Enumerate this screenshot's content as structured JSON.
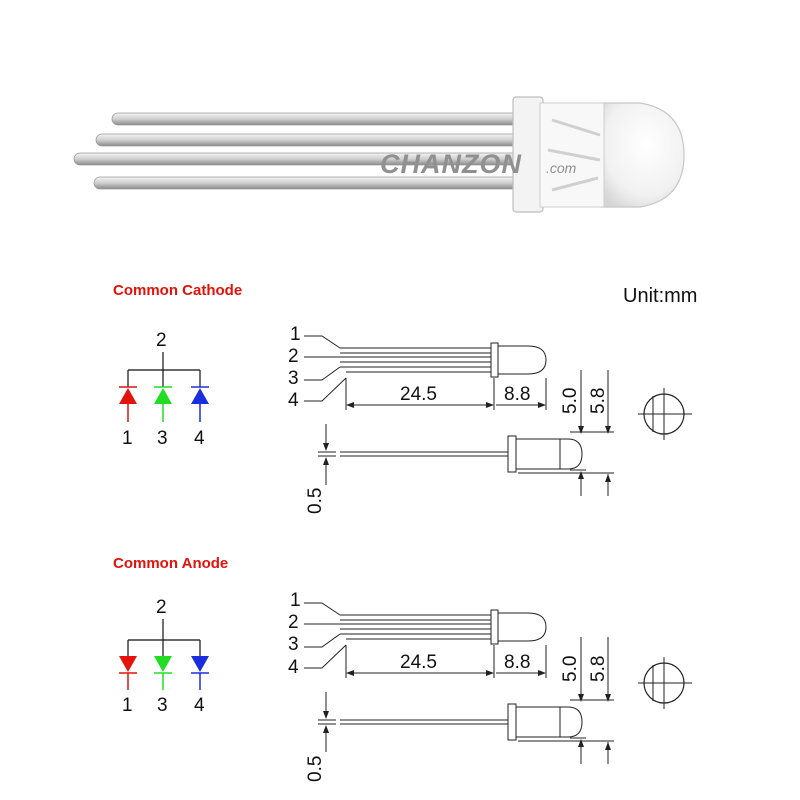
{
  "product_photo": {
    "watermark": "CHANZON",
    "watermark_suffix": ".com"
  },
  "unit_label": "Unit:mm",
  "sections": [
    {
      "title": "Common Cathode",
      "pin_top": "2",
      "diodes": [
        {
          "pin": "1",
          "color": "#e3120b"
        },
        {
          "pin": "3",
          "color": "#22dd22"
        },
        {
          "pin": "4",
          "color": "#1a2ee0"
        }
      ],
      "callouts": [
        "1",
        "2",
        "3",
        "4"
      ],
      "dimensions": {
        "lead_length": "24.5",
        "body_length": "8.8",
        "body_diameter": "5.0",
        "flange_diameter": "5.8",
        "lead_width": "0.5"
      }
    },
    {
      "title": "Common Anode",
      "pin_top": "2",
      "diodes": [
        {
          "pin": "1",
          "color": "#e3120b"
        },
        {
          "pin": "3",
          "color": "#22dd22"
        },
        {
          "pin": "4",
          "color": "#1a2ee0"
        }
      ],
      "callouts": [
        "1",
        "2",
        "3",
        "4"
      ],
      "dimensions": {
        "lead_length": "24.5",
        "body_length": "8.8",
        "body_diameter": "5.0",
        "flange_diameter": "5.8",
        "lead_width": "0.5"
      }
    }
  ]
}
